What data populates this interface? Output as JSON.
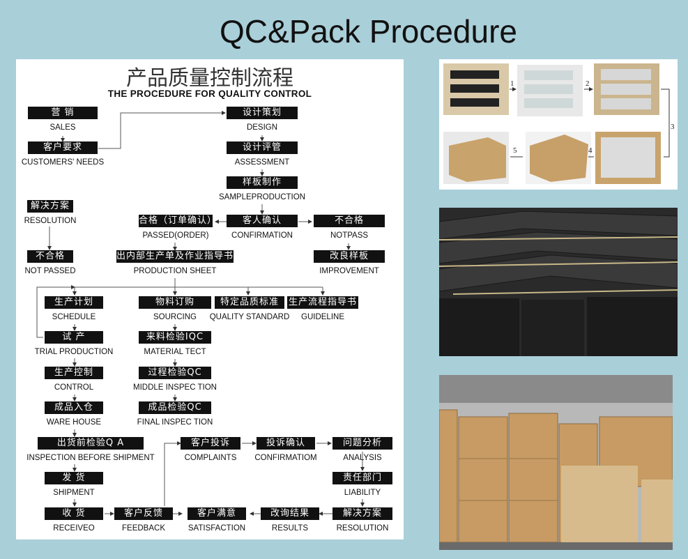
{
  "title": "QC&Pack Procedure",
  "chart": {
    "cn_title": "产品质量控制流程",
    "en_title": "THE PROCEDURE FOR QUALITY CONTROL",
    "nodes": [
      {
        "id": "sales",
        "cn": "营  销",
        "en": "SALES"
      },
      {
        "id": "customers",
        "cn": "客户要求",
        "en": "CUSTOMERS' NEEDS"
      },
      {
        "id": "design",
        "cn": "设计策划",
        "en": "DESIGN"
      },
      {
        "id": "assessment",
        "cn": "设计评管",
        "en": "ASSESSMENT"
      },
      {
        "id": "sample",
        "cn": "样板制作",
        "en": "SAMPLEPRODUCTION"
      },
      {
        "id": "confirmation",
        "cn": "客人确认",
        "en": "CONFIRMATION"
      },
      {
        "id": "passed",
        "cn": "合格（订单确认）",
        "en": "PASSED(ORDER)"
      },
      {
        "id": "notpass",
        "cn": "不合格",
        "en": "NOTPASS"
      },
      {
        "id": "resolution1",
        "cn": "解决方案",
        "en": "RESOLUTION"
      },
      {
        "id": "notpassed",
        "cn": "不合格",
        "en": "NOT PASSED"
      },
      {
        "id": "prodsheet",
        "cn": "出内部生产单及作业指导书",
        "en": "PRODUCTION SHEET"
      },
      {
        "id": "improvement",
        "cn": "改良样板",
        "en": "IMPROVEMENT"
      },
      {
        "id": "schedule",
        "cn": "生产计划",
        "en": "SCHEDULE"
      },
      {
        "id": "sourcing",
        "cn": "物料订购",
        "en": "SOURCING"
      },
      {
        "id": "qstandard",
        "cn": "特定品质标准",
        "en": "QUALITY STANDARD"
      },
      {
        "id": "guideline",
        "cn": "生产流程指导书",
        "en": "GUIDELINE"
      },
      {
        "id": "trial",
        "cn": "试  产",
        "en": "TRIAL PRODUCTION"
      },
      {
        "id": "iqc",
        "cn": "来料检验IQC",
        "en": "MATERIAL TECT"
      },
      {
        "id": "control",
        "cn": "生产控制",
        "en": "CONTROL"
      },
      {
        "id": "middle",
        "cn": "过程检验QC",
        "en": "MIDDLE INSPEC TION"
      },
      {
        "id": "warehouse",
        "cn": "成品入仓",
        "en": "WARE HOUSE"
      },
      {
        "id": "final",
        "cn": "成品检验QC",
        "en": "FINAL INSPEC TION"
      },
      {
        "id": "inspection",
        "cn": "出货前检验Q A",
        "en": "INSPECTION BEFORE SHIPMENT"
      },
      {
        "id": "complaints",
        "cn": "客户投诉",
        "en": "COMPLAINTS"
      },
      {
        "id": "confirmatiom",
        "cn": "投诉确认",
        "en": "CONFIRMATIOM"
      },
      {
        "id": "analysis",
        "cn": "问题分析",
        "en": "ANALYSIS"
      },
      {
        "id": "shipment",
        "cn": "发  货",
        "en": "SHIPMENT"
      },
      {
        "id": "liability",
        "cn": "责任部门",
        "en": "LIABILITY"
      },
      {
        "id": "received",
        "cn": "收  货",
        "en": "RECEIVEO"
      },
      {
        "id": "feedback",
        "cn": "客户反馈",
        "en": "FEEDBACK"
      },
      {
        "id": "satisfaction",
        "cn": "客户满意",
        "en": "SATISFACTION"
      },
      {
        "id": "results",
        "cn": "改询结果",
        "en": "RESULTS"
      },
      {
        "id": "resolution2",
        "cn": "解决方案",
        "en": "RESOLUTION"
      }
    ]
  },
  "photos": {
    "step_numbers": [
      "1",
      "2",
      "3",
      "4",
      "5"
    ]
  },
  "colors": {
    "background": "#a9cfd9",
    "box": "#111111"
  }
}
